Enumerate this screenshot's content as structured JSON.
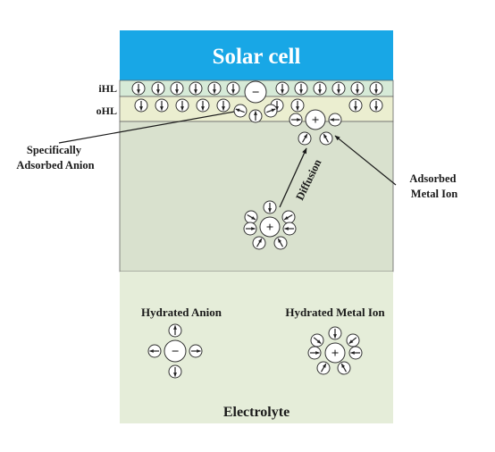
{
  "title": "Solar cell",
  "layers": {
    "ihl": "iHL",
    "ohl": "oHL"
  },
  "annotations": {
    "specifically_adsorbed_anion": [
      "Specifically",
      "Adsorbed Anion"
    ],
    "adsorbed_metal_ion": [
      "Adsorbed",
      "Metal Ion"
    ],
    "diffusion": "Diffusion"
  },
  "legend": {
    "hydrated_anion": "Hydrated Anion",
    "hydrated_metal_ion": "Hydrated Metal Ion"
  },
  "charges": {
    "anion": "−",
    "cation": "+"
  },
  "electrolyte_label": "Electrolyte",
  "colors": {
    "solar_cell": "#18a7e6",
    "ihl_layer": "#d6ead7",
    "ohl_layer": "#ebeed0",
    "bulk": "#d9e1ce",
    "electrolyte": "#e5edd9",
    "outline": "#333333"
  }
}
